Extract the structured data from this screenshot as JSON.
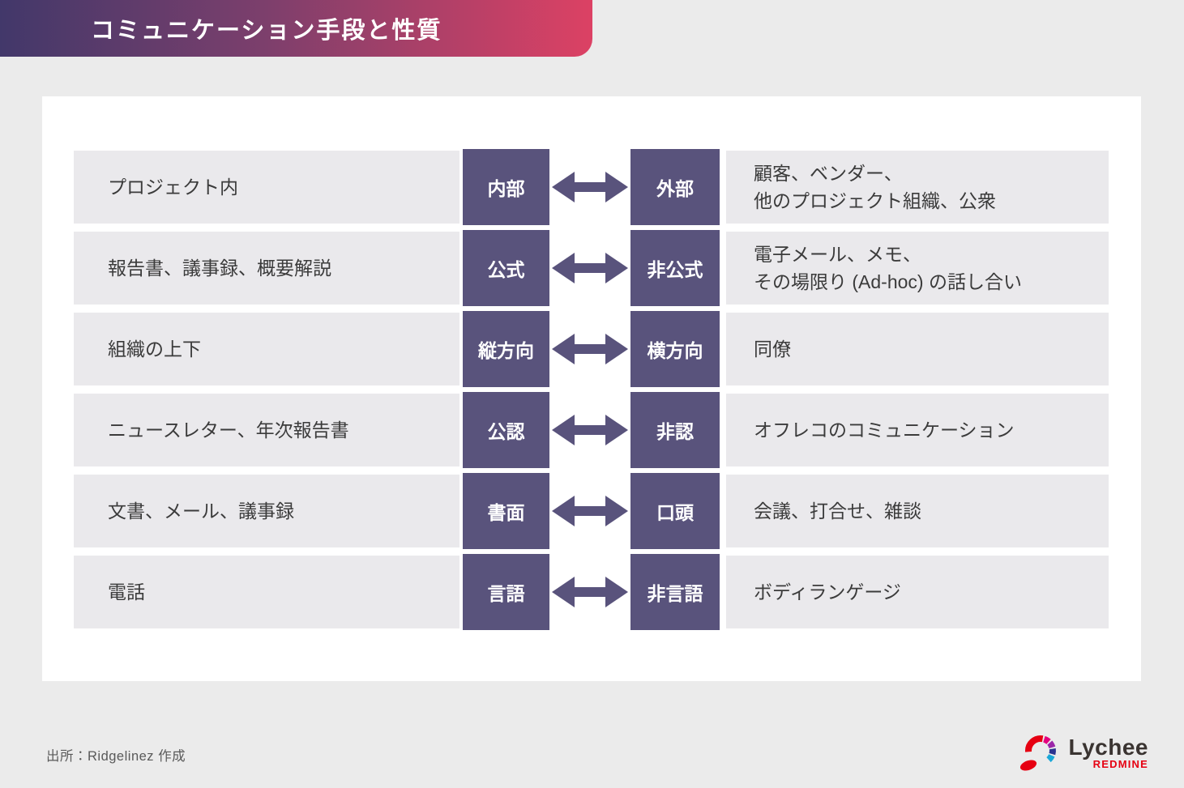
{
  "header": {
    "title": "コミュニケーション手段と性質"
  },
  "rows": [
    {
      "left": "プロジェクト内",
      "term_left": "内部",
      "term_right": "外部",
      "right": [
        "顧客、ベンダー、",
        "他のプロジェクト組織、公衆"
      ]
    },
    {
      "left": "報告書、議事録、概要解説",
      "term_left": "公式",
      "term_right": "非公式",
      "right": [
        "電子メール、メモ、",
        "その場限り (Ad-hoc) の話し合い"
      ]
    },
    {
      "left": "組織の上下",
      "term_left": "縦方向",
      "term_right": "横方向",
      "right": [
        "同僚"
      ]
    },
    {
      "left": "ニュースレター、年次報告書",
      "term_left": "公認",
      "term_right": "非認",
      "right": [
        "オフレコのコミュニケーション"
      ]
    },
    {
      "left": "文書、メール、議事録",
      "term_left": "書面",
      "term_right": "口頭",
      "right": [
        "会議、打合せ、雑談"
      ]
    },
    {
      "left": "電話",
      "term_left": "言語",
      "term_right": "非言語",
      "right": [
        "ボディランゲージ"
      ]
    }
  ],
  "footer": {
    "source": "出所：Ridgelinez 作成"
  },
  "logo": {
    "name": "Lychee",
    "sub": "REDMINE"
  },
  "colors": {
    "accent_purple": "#59537c",
    "header_gradient_start": "#42386a",
    "header_gradient_end": "#dc4164",
    "row_background": "#eae9ec",
    "page_background": "#ebebeb",
    "logo_red": "#e60012"
  }
}
